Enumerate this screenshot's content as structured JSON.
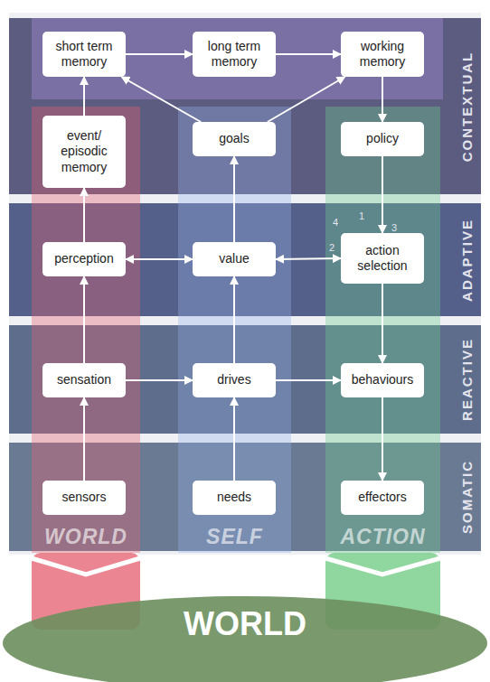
{
  "diagram": {
    "nodes": [
      {
        "text": [
          "CONTEXTUAL"
        ]
      },
      {
        "text": [
          "ADAPTIVE"
        ]
      },
      {
        "text": [
          "REACTIVE"
        ]
      },
      {
        "text": [
          "SOMATIC"
        ]
      },
      {
        "text": [
          "WORLD"
        ]
      },
      {
        "text": [
          "SELF"
        ]
      },
      {
        "text": [
          "ACTION"
        ]
      },
      {
        "text": [
          "WORLD"
        ]
      },
      {
        "text": [
          "short term memory"
        ],
        "in": 0
      },
      {
        "text": [
          "long term memory"
        ],
        "in": 0
      },
      {
        "text": [
          "working memory"
        ],
        "in": 0
      },
      {
        "text": [
          "event/ episodic memory"
        ],
        "in": 0
      },
      {
        "text": [
          "goals"
        ],
        "in": 0
      },
      {
        "text": [
          "policy"
        ],
        "in": 0
      },
      {
        "text": [
          "perception"
        ],
        "in": 1
      },
      {
        "text": [
          "value"
        ],
        "in": 1
      },
      {
        "text": [
          "action selection"
        ],
        "in": 1
      },
      {
        "text": [
          "sensation"
        ],
        "in": 2
      },
      {
        "text": [
          "drives"
        ],
        "in": 2
      },
      {
        "text": [
          "behaviours"
        ],
        "in": 2
      },
      {
        "text": [
          "sensors"
        ],
        "in": 3
      },
      {
        "text": [
          "needs"
        ],
        "in": 3
      },
      {
        "text": [
          "effectors"
        ],
        "in": 3
      }
    ],
    "edges": [
      {
        "from": 20,
        "to": 17,
        "arrow": "to"
      },
      {
        "from": 17,
        "to": 14,
        "arrow": "to"
      },
      {
        "from": 14,
        "to": 11,
        "arrow": "to"
      },
      {
        "from": 11,
        "to": 8,
        "arrow": "to"
      },
      {
        "from": 8,
        "to": 9,
        "arrow": "to"
      },
      {
        "from": 9,
        "to": 10,
        "arrow": "to"
      },
      {
        "from": 10,
        "to": 13,
        "arrow": "to"
      },
      {
        "from": 13,
        "to": 16,
        "arrow": "to"
      },
      {
        "from": 16,
        "to": 19,
        "arrow": "to"
      },
      {
        "from": 19,
        "to": 22,
        "arrow": "to"
      },
      {
        "from": 21,
        "to": 18,
        "arrow": "to"
      },
      {
        "from": 18,
        "to": 15,
        "arrow": "to"
      },
      {
        "from": 15,
        "to": 12,
        "arrow": "to"
      },
      {
        "from": 12,
        "to": 8,
        "arrow": "to"
      },
      {
        "from": 12,
        "to": 10,
        "arrow": "to"
      },
      {
        "from": 17,
        "to": 18,
        "arrow": "to"
      },
      {
        "from": 18,
        "to": 19,
        "arrow": "to"
      },
      {
        "from": 14,
        "to": 15,
        "arrow": "both"
      },
      {
        "from": 15,
        "to": 16,
        "arrow": "both"
      }
    ],
    "labels": [
      "4",
      "1",
      "3",
      "2"
    ]
  }
}
